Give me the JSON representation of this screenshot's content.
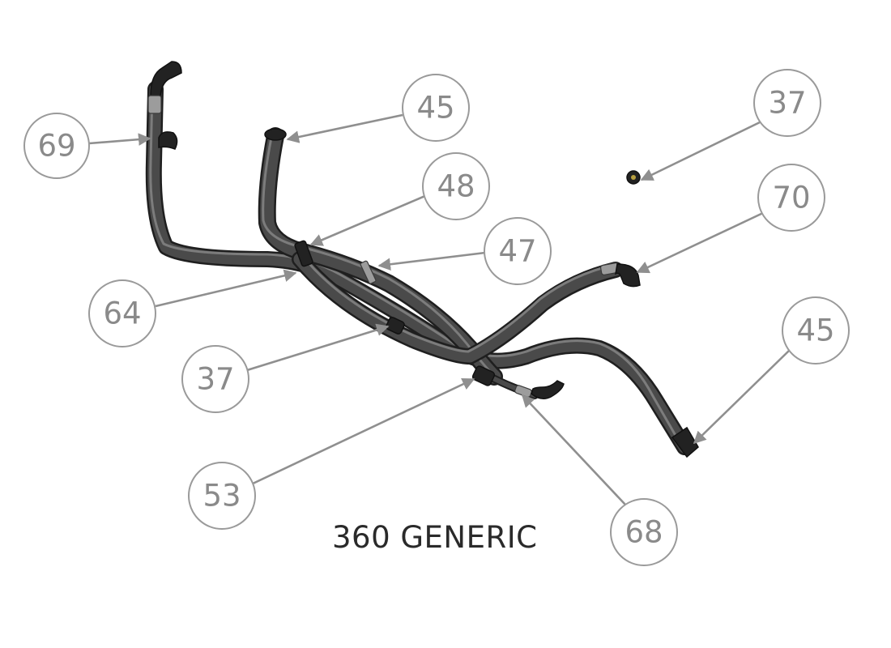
{
  "title": "360 GENERIC",
  "callouts": [
    {
      "id": "callout-69",
      "label": "69"
    },
    {
      "id": "callout-45-top",
      "label": "45"
    },
    {
      "id": "callout-37-top",
      "label": "37"
    },
    {
      "id": "callout-48",
      "label": "48"
    },
    {
      "id": "callout-70",
      "label": "70"
    },
    {
      "id": "callout-47",
      "label": "47"
    },
    {
      "id": "callout-64",
      "label": "64"
    },
    {
      "id": "callout-45-right",
      "label": "45"
    },
    {
      "id": "callout-37-left",
      "label": "37"
    },
    {
      "id": "callout-53",
      "label": "53"
    },
    {
      "id": "callout-68",
      "label": "68"
    }
  ],
  "colors": {
    "hose": "#4a4a4a",
    "balloon_stroke": "#9a9a9a",
    "balloon_text": "#8a8a8a",
    "leader": "#8f8f8f"
  }
}
